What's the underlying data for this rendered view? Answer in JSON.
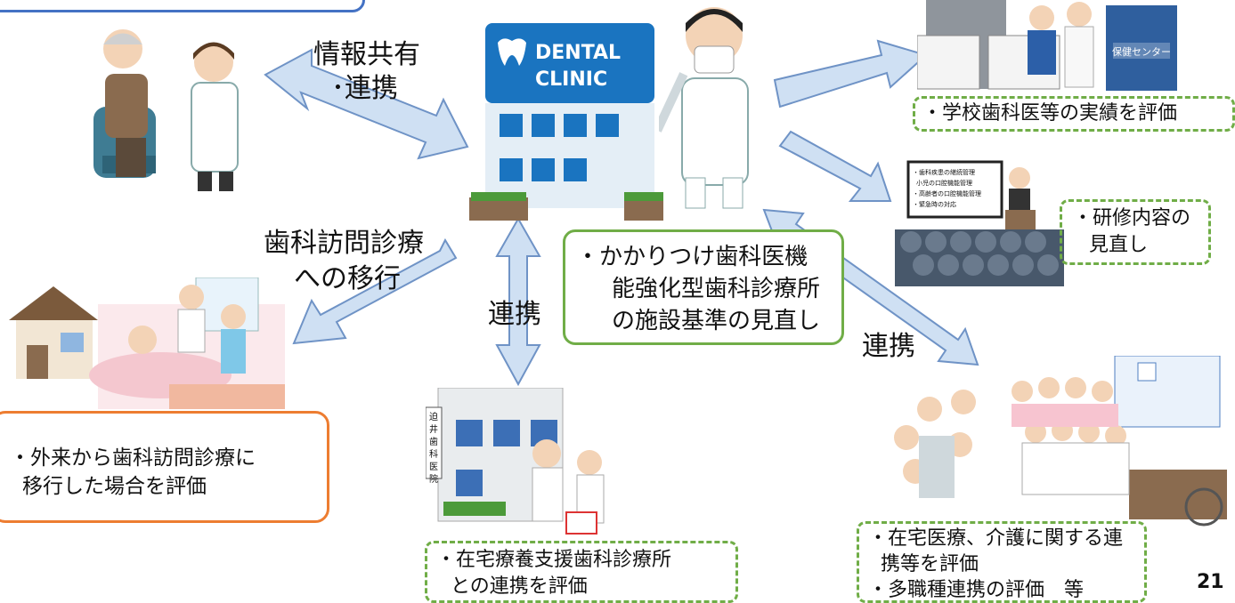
{
  "labels": {
    "info_share_line1": "情報共有",
    "info_share_line2": "･連携",
    "home_visit_line1": "歯科訪問診療",
    "home_visit_line2": "への移行",
    "collab_left": "連携",
    "collab_right": "連携"
  },
  "center_box": {
    "lines": [
      "・かかりつけ歯科医機",
      "能強化型歯科診療所",
      "の施設基準の見直し"
    ]
  },
  "boxes": {
    "school": "・学校歯科医等の実績を評価",
    "training_line1": "・研修内容の",
    "training_line2": "見直し",
    "outpatient_line1": "・外来から歯科訪問診療に",
    "outpatient_line2": "移行した場合を評価",
    "home_support_line1": "・在宅療養支援歯科診療所",
    "home_support_line2": "との連携を評価",
    "home_care_line1": "・在宅医療、介護に関する連",
    "home_care_line2": "携等を評価",
    "home_care_line3": "・多職種連携の評価　等"
  },
  "clinic_sign": {
    "line1": "DENTAL",
    "line2": "CLINIC"
  },
  "health_center_sign": "保健センター",
  "seminar_slide": [
    "・歯科疾患の継続管理",
    "小児の口腔機能管理",
    "・高齢者の口腔機能管理",
    "・緊急時の対応"
  ],
  "clinic_vertical_sign": "迫井歯科医院",
  "page_number": "21",
  "colors": {
    "arrow_fill": "#cfe0f3",
    "arrow_stroke": "#6f93c6",
    "green_border": "#70ad47",
    "orange_border": "#ed7d31",
    "blue_border": "#4472c4"
  }
}
